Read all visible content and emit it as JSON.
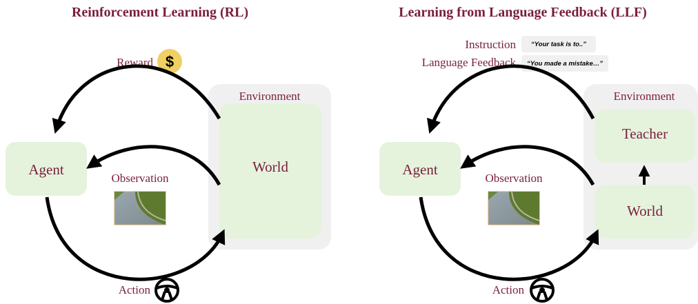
{
  "colors": {
    "text": "#7a1f3b",
    "box_fill": "#e5f3dd",
    "env_fill": "#f0f0f0",
    "bubble_fill": "#f0f0f0",
    "arrow": "#000000",
    "coin": "#f0cf63"
  },
  "rl": {
    "title": "Reinforcement Learning (RL)",
    "reward_label": "Reward",
    "reward_icon": "dollar-coin-icon",
    "environment_label": "Environment",
    "world_label": "World",
    "agent_label": "Agent",
    "observation_label": "Observation",
    "observation_image": "road-photo-thumbnail",
    "action_label": "Action",
    "action_icon": "steering-wheel-icon"
  },
  "llf": {
    "title": "Learning from Language Feedback (LLF)",
    "instruction_label": "Instruction",
    "instruction_text": "“Your task is to..”",
    "feedback_label": "Language Feedback",
    "feedback_text": "“You made a mistake…”",
    "environment_label": "Environment",
    "teacher_label": "Teacher",
    "world_label": "World",
    "agent_label": "Agent",
    "observation_label": "Observation",
    "observation_image": "road-photo-thumbnail",
    "action_label": "Action",
    "action_icon": "steering-wheel-icon"
  }
}
